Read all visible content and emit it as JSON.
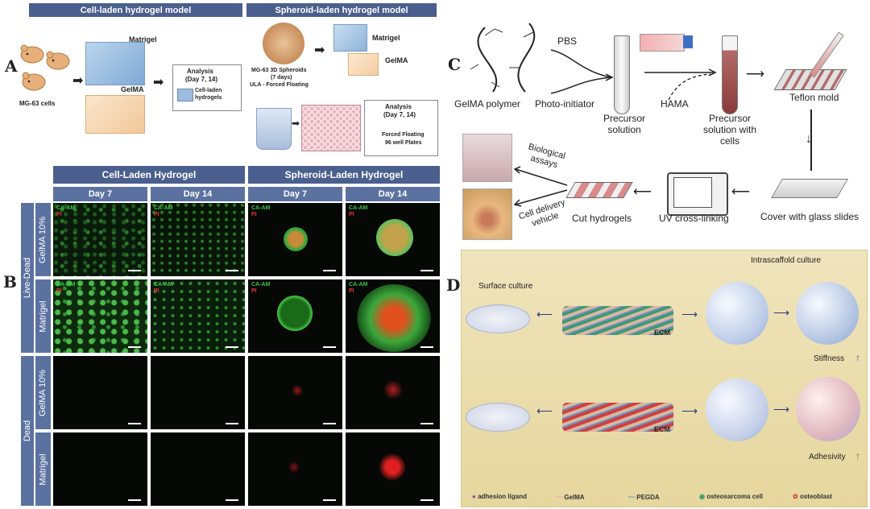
{
  "panelA": {
    "letter": "A",
    "header_left": "Cell-laden hydrogel model",
    "header_right": "Spheroid-laden hydrogel model",
    "cells_label": "MG-63 cells",
    "matrigel": "Matrigel",
    "gelma": "GelMA",
    "analysis1_title": "Analysis",
    "analysis1_days": "(Day 7, 14)",
    "analysis1_item": "Cell-laden hydrogels",
    "spheroid_line1": "MG-63 3D Spheroids",
    "spheroid_line2": "(7 days)",
    "spheroid_line3": "ULA - Forced Floating",
    "matrigel2": "Matrigel",
    "gelma2": "GelMA",
    "analysis2_title": "Analysis",
    "analysis2_days": "(Day 7, 14)",
    "analysis2_item1": "Forced Floating",
    "analysis2_item2": "96 well Plates"
  },
  "panelB": {
    "letter": "B",
    "col_group_left": "Cell-Laden Hydrogel",
    "col_group_right": "Spheroid-Laden Hydrogel",
    "days": [
      "Day 7",
      "Day 14",
      "Day 7",
      "Day 14"
    ],
    "group_live": "Live-Dead",
    "group_dead": "Dead",
    "rows": [
      "GelMA 10%",
      "Matrigel",
      "GelMA 10%",
      "Matrigel"
    ],
    "stain_green": "CA-AM",
    "stain_red": "PI"
  },
  "panelC": {
    "letter": "C",
    "pbs": "PBS",
    "photo_initiator": "Photo-initiator",
    "gelma_polymer": "GelMA polymer",
    "precursor": "Precursor solution",
    "hama": "HAMA",
    "precursor_cells": "Precursor solution with cells",
    "teflon": "Teflon mold",
    "cover": "Cover with glass slides",
    "uv": "UV cross-linking",
    "cut": "Cut hydrogels",
    "bio": "Biological assays",
    "delivery": "Cell delivery vehicle"
  },
  "panelD": {
    "letter": "D",
    "surface": "Surface culture",
    "intra": "Intrascaffold culture",
    "ecm1": "ECM",
    "ecm2": "ECM",
    "stiffness": "Stiffness",
    "adhesivity": "Adhesivity",
    "legend": [
      "adhesion ligand",
      "GelMA",
      "PEGDA",
      "osteosarcoma cell",
      "osteoblast"
    ],
    "colors": {
      "background": "#eee0b0",
      "gelma": "#e8a0a8",
      "pegda": "#6a8fc0",
      "osteosarcoma": "#3a9a6a",
      "osteoblast": "#d04040"
    }
  },
  "colors": {
    "header": "#4a5f8d",
    "subheader": "#5b72a0"
  }
}
